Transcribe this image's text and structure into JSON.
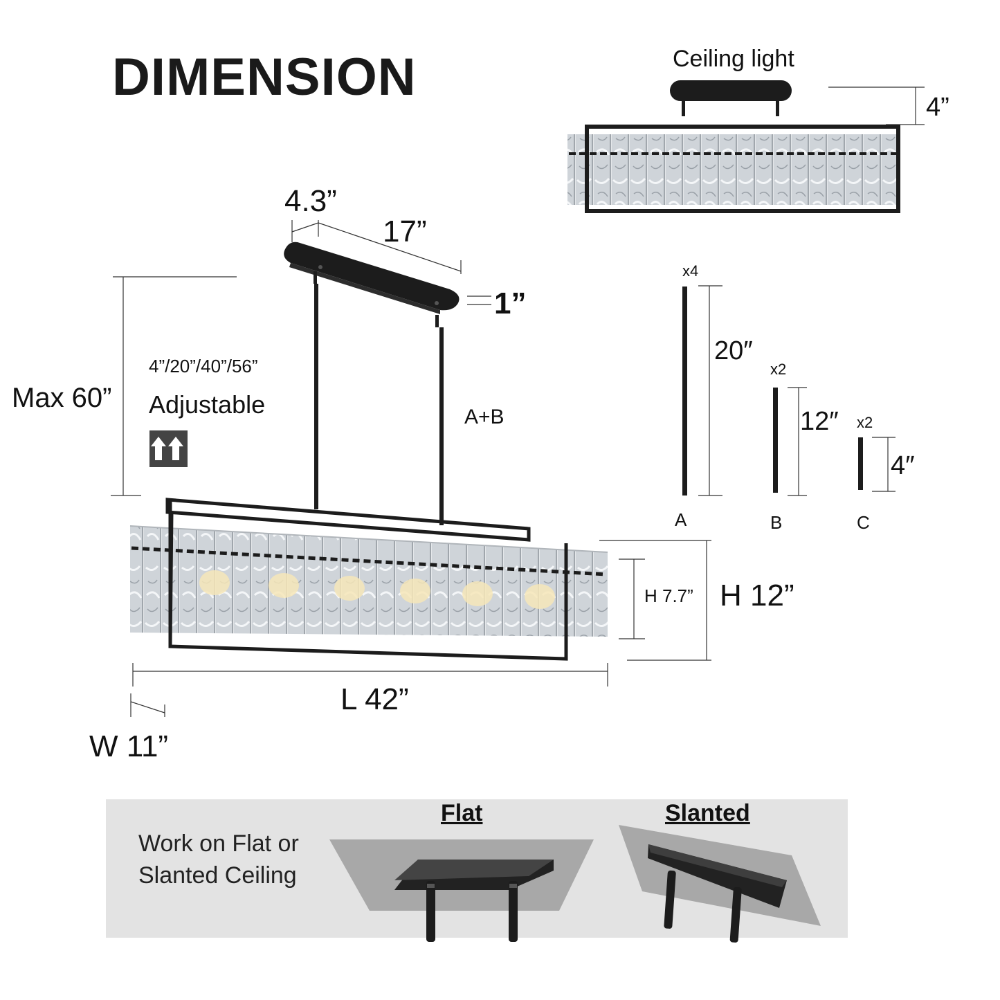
{
  "title": "DIMENSION",
  "ceiling": {
    "label": "Ceiling light",
    "height": "4”"
  },
  "canopy": {
    "width": "4.3”",
    "length": "17”",
    "thickness": "1”"
  },
  "max_height": "Max 60”",
  "adjust": {
    "options": "4”/20”/40”/56”",
    "label": "Adjustable"
  },
  "rod_combo": "A+B",
  "rods": [
    {
      "count": "x4",
      "length": "20″",
      "letter": "A"
    },
    {
      "count": "x2",
      "length": "12″",
      "letter": "B"
    },
    {
      "count": "x2",
      "length": "4″",
      "letter": "C"
    }
  ],
  "fixture": {
    "shade_height": "H 7.7”",
    "total_height": "H 12”",
    "length": "L 42”",
    "width": "W 11”"
  },
  "ceiling_types": {
    "caption_line1": "Work on Flat or",
    "caption_line2": "Slanted Ceiling",
    "flat": "Flat",
    "slanted": "Slanted"
  },
  "colors": {
    "metal": "#1c1c1c",
    "glass": "#d9dde2",
    "band": "#e3e3e3",
    "ceiling_plane": "#a8a8a8"
  }
}
